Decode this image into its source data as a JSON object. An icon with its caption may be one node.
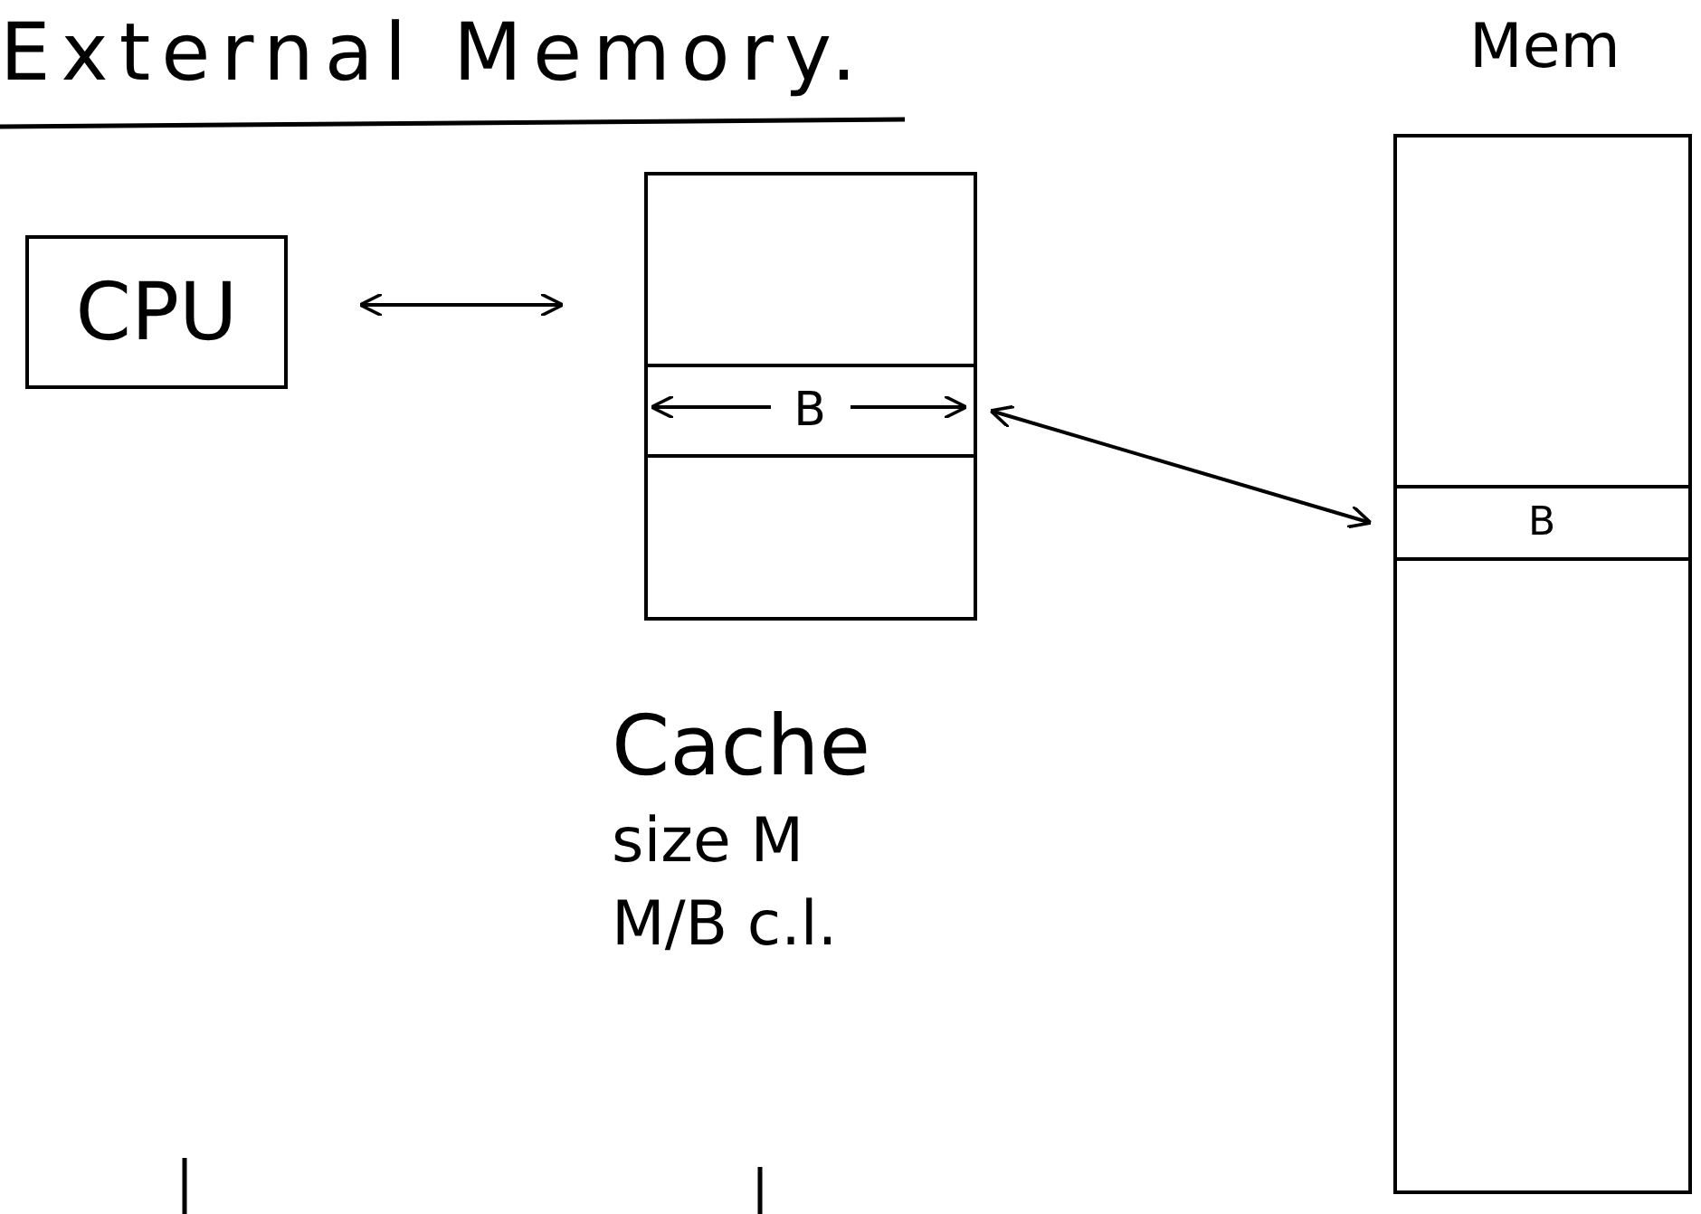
{
  "diagram": {
    "title": "External Memory.",
    "nodes": [
      {
        "text": [
          "CPU"
        ]
      },
      {
        "text": [],
        "shape": "box",
        "beside": [
          "Cache",
          "size M",
          "M/B c.l."
        ]
      },
      {
        "text": [
          "B"
        ],
        "in": 1
      },
      {
        "text": [
          "Mem"
        ]
      },
      {
        "text": [
          "B"
        ],
        "in": 3
      }
    ],
    "edges": [
      {
        "from": 0,
        "to": 1,
        "arrow": "both"
      },
      {
        "from": 2,
        "to": 4,
        "arrow": "both"
      }
    ]
  }
}
